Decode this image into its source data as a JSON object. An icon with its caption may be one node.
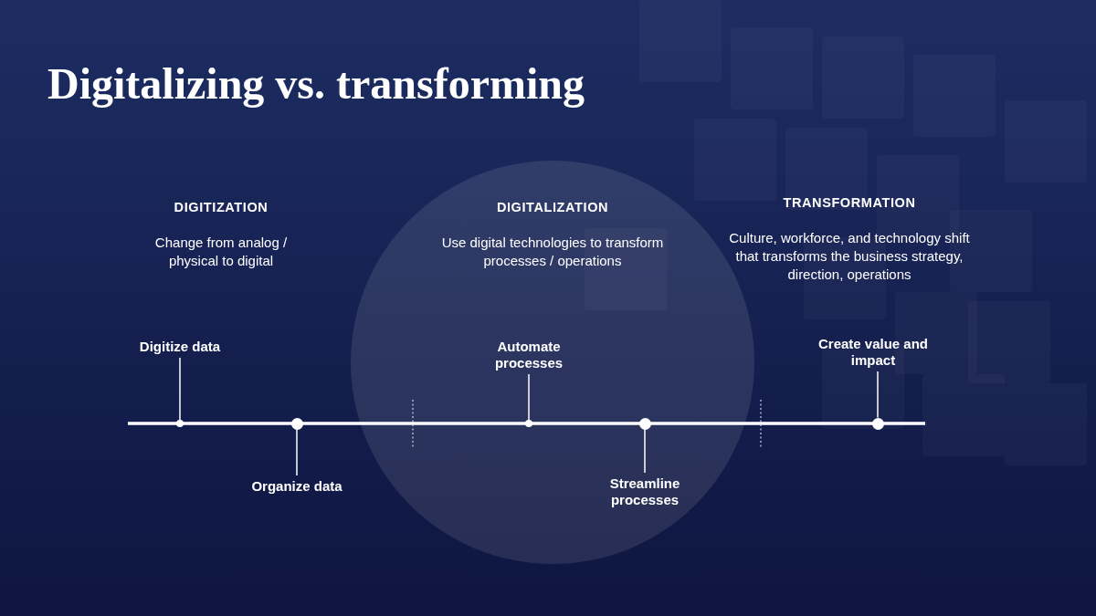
{
  "diagram": {
    "title": "Digitalizing vs. transforming",
    "nodes": [
      {
        "text": [
          "Digitize data"
        ]
      },
      {
        "text": [],
        "shape": "circle"
      },
      {
        "text": [
          "Organize data"
        ]
      },
      {
        "text": [],
        "shape": "circle"
      },
      {
        "text": [
          "Automate processes"
        ]
      },
      {
        "text": [],
        "shape": "circle"
      },
      {
        "text": [
          "Streamline processes"
        ]
      },
      {
        "text": [],
        "shape": "circle"
      },
      {
        "text": [
          "Create value and impact"
        ]
      },
      {
        "text": [],
        "shape": "circle"
      }
    ],
    "edges": [
      {
        "from": 0,
        "to": 1,
        "arrow": "none"
      },
      {
        "from": 2,
        "to": 3,
        "arrow": "none"
      },
      {
        "from": 4,
        "to": 5,
        "arrow": "none"
      },
      {
        "from": 6,
        "to": 7,
        "arrow": "none"
      },
      {
        "from": 8,
        "to": 9,
        "arrow": "none"
      }
    ],
    "labels": [
      "DIGITIZATION",
      "Change from analog / physical to digital",
      "DIGITALIZATION",
      "Use digital technologies to transform processes / operations",
      "TRANSFORMATION",
      "Culture, workforce, and technology shift that transforms the business strategy, direction, operations"
    ]
  }
}
